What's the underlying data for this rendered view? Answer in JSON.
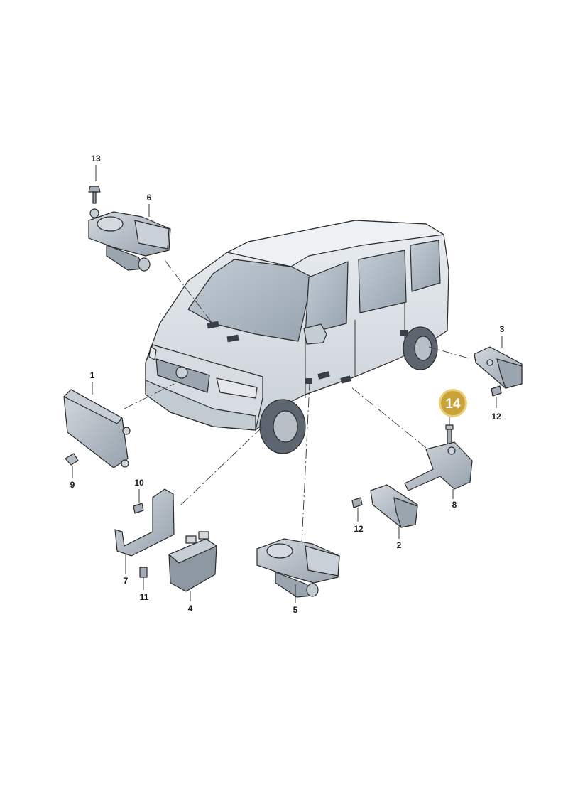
{
  "diagram": {
    "callouts": {
      "p1": "1",
      "p2": "2",
      "p3": "3",
      "p4": "4",
      "p5": "5",
      "p6": "6",
      "p7": "7",
      "p8": "8",
      "p9": "9",
      "p10": "10",
      "p11": "11",
      "p12a": "12",
      "p12b": "12",
      "p13": "13",
      "p14": "14"
    },
    "highlighted_part": "14",
    "colors": {
      "highlight_fill": "#c9a33a",
      "highlight_ring": "#e8cf7a",
      "part_fill": "#b7c0c9",
      "part_dark": "#8e98a3",
      "body_fill": "#dde2e7",
      "glass_fill": "#aab6c1"
    }
  }
}
